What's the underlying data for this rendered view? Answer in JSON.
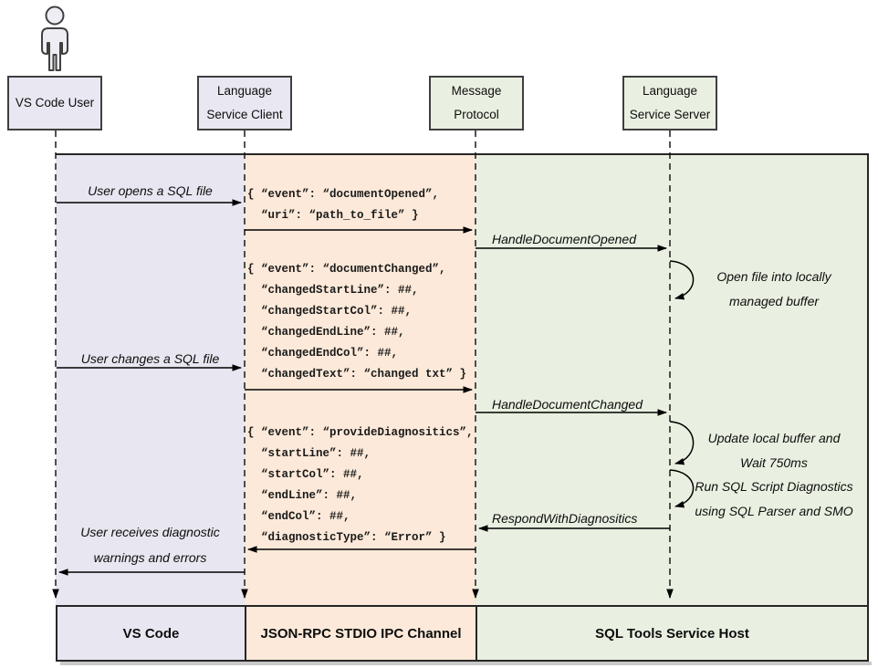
{
  "actors": {
    "user": {
      "line1": "VS Code User",
      "line2": ""
    },
    "client": {
      "line1": "Language",
      "line2": "Service Client"
    },
    "protocol": {
      "line1": "Message",
      "line2": "Protocol"
    },
    "server": {
      "line1": "Language",
      "line2": "Service Server"
    }
  },
  "bottom_lanes": {
    "user_label": "VS Code",
    "channel_label": "JSON-RPC STDIO IPC Channel",
    "host_label": "SQL Tools Service Host"
  },
  "messages": {
    "open_file": "User opens a SQL file",
    "change_file": "User changes a SQL file",
    "receive_line1": "User receives diagnostic",
    "receive_line2": "warnings and errors",
    "handle_opened": "HandleDocumentOpened",
    "handle_changed": "HandleDocumentChanged",
    "respond_diag": "RespondWithDiagnositics"
  },
  "payloads": {
    "document_opened": [
      "{ “event”: “documentOpened”,",
      "  “uri”: “path_to_file” }"
    ],
    "document_changed": [
      "{ “event”: “documentChanged”,",
      "  “changedStartLine”: ##,",
      "  “changedStartCol”: ##,",
      "  “changedEndLine”: ##,",
      "  “changedEndCol”: ##,",
      "  “changedText”: “changed txt” }"
    ],
    "provide_diagnostics": [
      "{ “event”: “provideDiagnositics”,",
      "  “startLine”: ##,",
      "  “startCol”: ##,",
      "  “endLine”: ##,",
      "  “endCol”: ##,",
      "  “diagnosticType”: “Error” }"
    ]
  },
  "notes": {
    "open_buffer_line1": "Open file into locally",
    "open_buffer_line2": "managed buffer",
    "update_buffer_line1": "Update local buffer and",
    "update_buffer_line2": "Wait 750ms",
    "run_diag_line1": "Run SQL Script Diagnostics",
    "run_diag_line2": "using SQL Parser and SMO"
  },
  "colors": {
    "lane_user": "#e8e6f0",
    "lane_channel": "#fce9d9",
    "lane_host": "#e9f0e1",
    "box_border": "#3f3f3f",
    "line": "#000000"
  }
}
